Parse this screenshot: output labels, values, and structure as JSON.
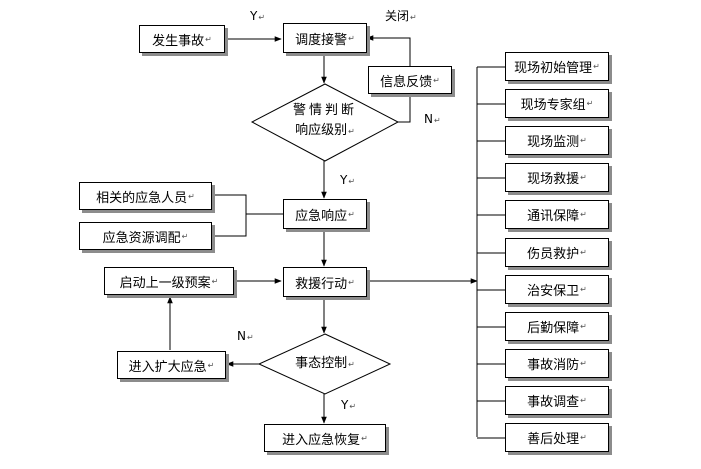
{
  "mark": "↵",
  "nodes": {
    "occur": "发生事故",
    "dispatch": "调度接警",
    "feedback": "信息反馈",
    "judge_line1": "警情判断",
    "judge_line2": "响应级别",
    "personnel": "相关的应急人员",
    "resources": "应急资源调配",
    "response": "应急响应",
    "upgrade": "启动上一级预案",
    "rescue_action": "救援行动",
    "expand": "进入扩大应急",
    "control": "事态控制",
    "recover": "进入应急恢复"
  },
  "edge_labels": {
    "y_top": "Y",
    "close": "关闭",
    "n_judge": "N",
    "y_judge": "Y",
    "n_control": "N",
    "y_control": "Y"
  },
  "tasks": [
    "现场初始管理",
    "现场专家组",
    "现场监测",
    "现场救援",
    "通讯保障",
    "伤员救护",
    "治安保卫",
    "后勤保障",
    "事故消防",
    "事故调查",
    "善后处理"
  ]
}
